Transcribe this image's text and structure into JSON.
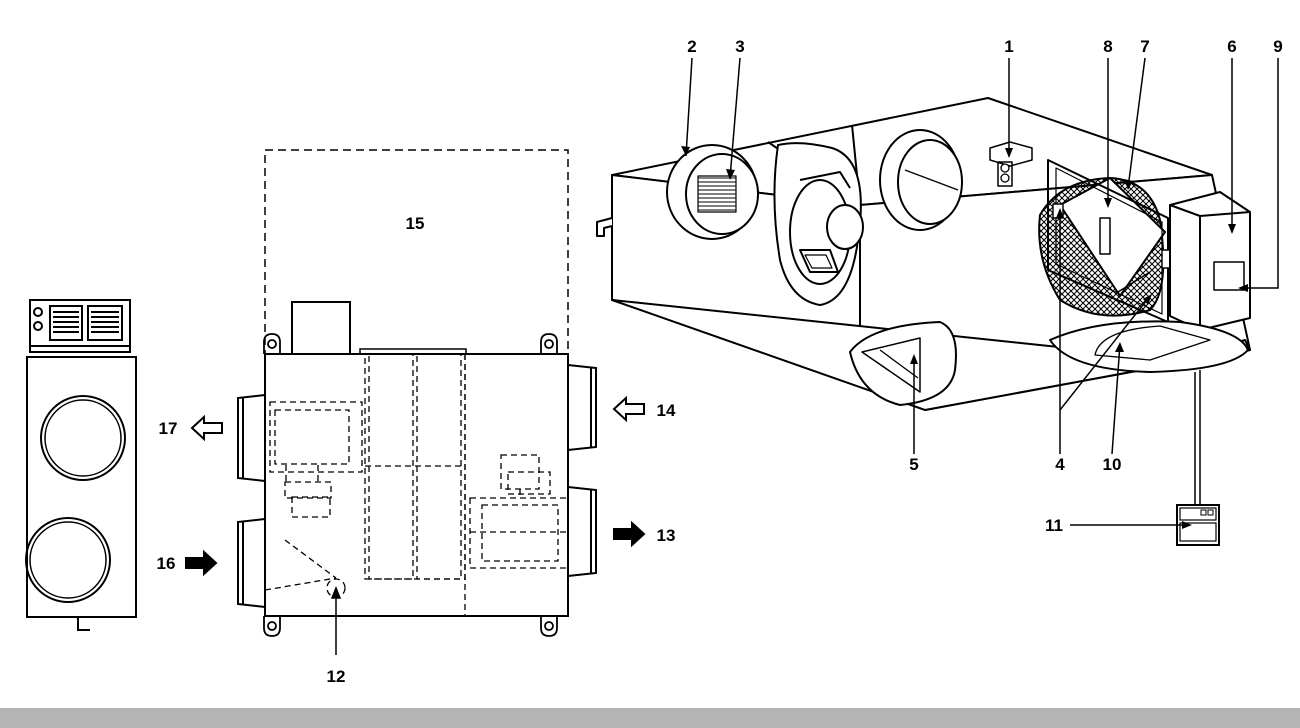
{
  "callouts": {
    "c1": "1",
    "c2": "2",
    "c3": "3",
    "c4": "4",
    "c5": "5",
    "c6": "6",
    "c7": "7",
    "c8": "8",
    "c9": "9",
    "c10": "10",
    "c11": "11",
    "c12": "12",
    "c13": "13",
    "c14": "14",
    "c15": "15",
    "c16": "16",
    "c17": "17"
  },
  "colors": {
    "line": "#000000",
    "shade": "#555555",
    "bottom_bar": "#b4b4b4"
  }
}
